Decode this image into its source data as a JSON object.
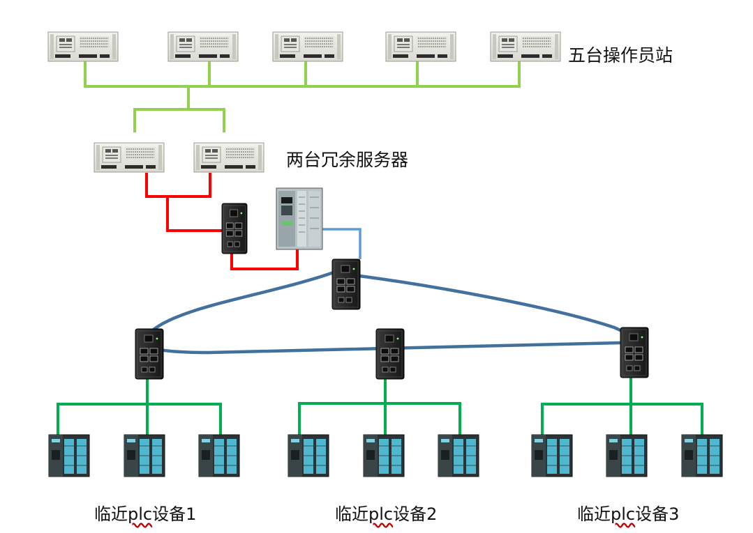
{
  "labels": {
    "operator_stations": "五台操作员站",
    "redundant_servers": "两台冗余服务器"
  },
  "plc_groups": [
    {
      "prefix": "临近",
      "plc": "plc",
      "suffix": "设备1"
    },
    {
      "prefix": "临近",
      "plc": "plc",
      "suffix": "设备2"
    },
    {
      "prefix": "临近",
      "plc": "plc",
      "suffix": "设备3"
    }
  ],
  "colors": {
    "operator_network": "#92d050",
    "server_link": "#ff0000",
    "plc_link": "#5b9bd5",
    "ring": "#41719c",
    "field_network": "#00b050"
  },
  "icons": [
    "industrial-pc-icon",
    "network-switch-icon",
    "plc-cpu-icon",
    "plc-module-icon"
  ]
}
